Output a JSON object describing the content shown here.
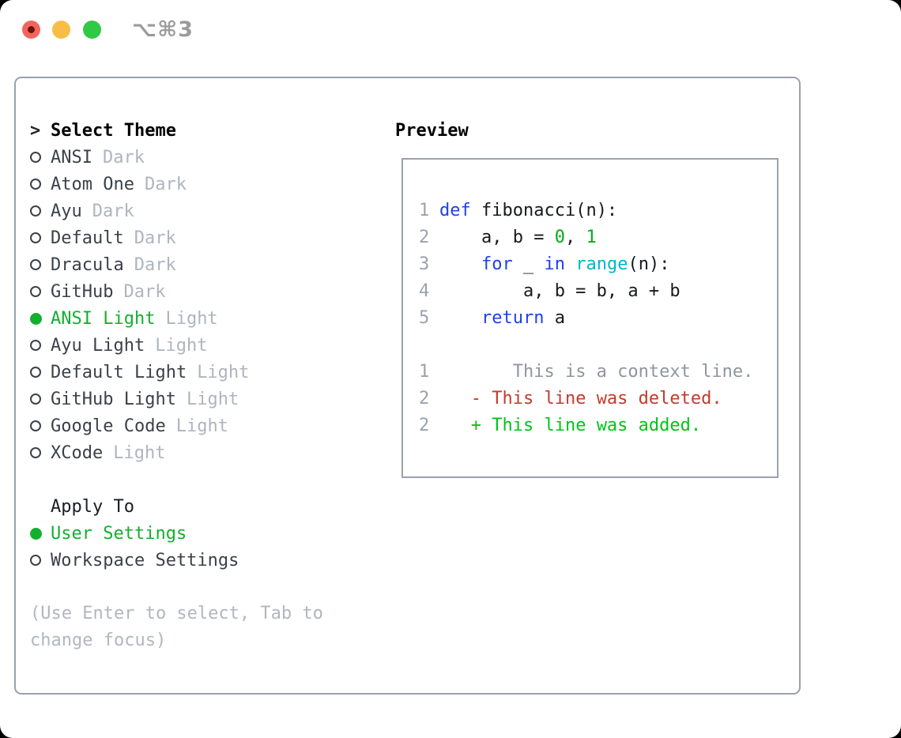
{
  "window": {
    "shortcut": "⌥⌘3",
    "traffic_lights": [
      "close",
      "minimize",
      "zoom"
    ]
  },
  "colors": {
    "accent_green": "#13b02f",
    "keyword_blue": "#1e42e8",
    "builtin_cyan": "#00b6c8",
    "number_green": "#00ad18",
    "diff_added_green": "#00c418",
    "diff_deleted_red": "#c23b2b",
    "muted_gray": "#aeb5bf",
    "border_gray": "#99a2ad",
    "traffic_red": "#f1665c",
    "traffic_yellow": "#f8bd45",
    "traffic_green": "#31c846"
  },
  "theme_selector": {
    "prefix": ">",
    "header": "Select Theme",
    "items": [
      {
        "name": "ANSI",
        "variant": "Dark",
        "selected": false
      },
      {
        "name": "Atom One",
        "variant": "Dark",
        "selected": false
      },
      {
        "name": "Ayu",
        "variant": "Dark",
        "selected": false
      },
      {
        "name": "Default",
        "variant": "Dark",
        "selected": false
      },
      {
        "name": "Dracula",
        "variant": "Dark",
        "selected": false
      },
      {
        "name": "GitHub",
        "variant": "Dark",
        "selected": false
      },
      {
        "name": "ANSI Light",
        "variant": "Light",
        "selected": true
      },
      {
        "name": "Ayu Light",
        "variant": "Light",
        "selected": false
      },
      {
        "name": "Default Light",
        "variant": "Light",
        "selected": false
      },
      {
        "name": "GitHub Light",
        "variant": "Light",
        "selected": false
      },
      {
        "name": "Google Code",
        "variant": "Light",
        "selected": false
      },
      {
        "name": "XCode",
        "variant": "Light",
        "selected": false
      }
    ]
  },
  "apply_to": {
    "header": "Apply To",
    "options": [
      {
        "label": "User Settings",
        "selected": true
      },
      {
        "label": "Workspace Settings",
        "selected": false
      }
    ]
  },
  "hint": "(Use Enter to select, Tab to change focus)",
  "preview": {
    "header": "Preview",
    "code": [
      {
        "no": "1",
        "tokens": [
          {
            "t": "def",
            "c": "kw"
          },
          {
            "t": " fibonacci(n):",
            "c": "pl"
          }
        ]
      },
      {
        "no": "2",
        "tokens": [
          {
            "t": "    a, b = ",
            "c": "pl"
          },
          {
            "t": "0",
            "c": "gn"
          },
          {
            "t": ", ",
            "c": "pl"
          },
          {
            "t": "1",
            "c": "gn"
          }
        ]
      },
      {
        "no": "3",
        "tokens": [
          {
            "t": "    ",
            "c": "pl"
          },
          {
            "t": "for",
            "c": "kw"
          },
          {
            "t": " _ ",
            "c": "pl"
          },
          {
            "t": "in",
            "c": "kw"
          },
          {
            "t": " ",
            "c": "pl"
          },
          {
            "t": "range",
            "c": "cy"
          },
          {
            "t": "(n):",
            "c": "pl"
          }
        ]
      },
      {
        "no": "4",
        "tokens": [
          {
            "t": "        a, b = b, a + b",
            "c": "pl"
          }
        ]
      },
      {
        "no": "5",
        "tokens": [
          {
            "t": "    ",
            "c": "pl"
          },
          {
            "t": "return",
            "c": "kw"
          },
          {
            "t": " a",
            "c": "pl"
          }
        ]
      }
    ],
    "diff": [
      {
        "no": "1",
        "tokens": [
          {
            "t": "       ",
            "c": "pl"
          },
          {
            "t": "This is a context line.",
            "c": "ctx"
          }
        ]
      },
      {
        "no": "2",
        "tokens": [
          {
            "t": "   ",
            "c": "pl"
          },
          {
            "t": "- This line was deleted.",
            "c": "del"
          }
        ]
      },
      {
        "no": "2",
        "tokens": [
          {
            "t": "   ",
            "c": "pl"
          },
          {
            "t": "+ This line was added.",
            "c": "add"
          }
        ]
      }
    ]
  }
}
